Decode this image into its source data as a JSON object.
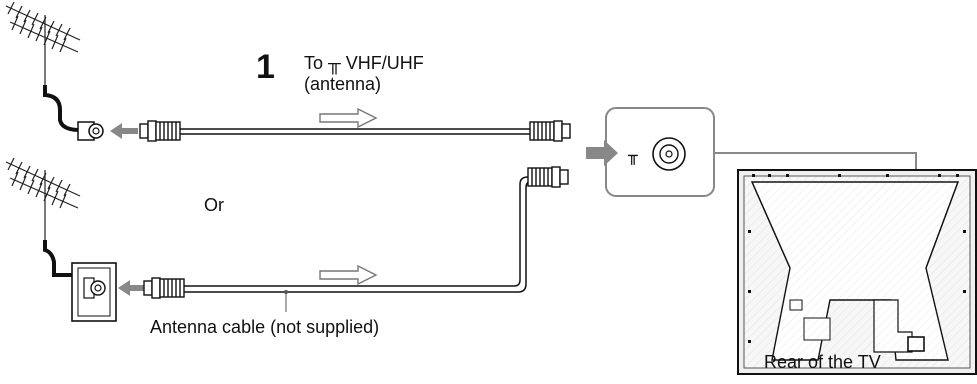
{
  "labels": {
    "step_number": "1",
    "to_line1": "To ╥ VHF/UHF",
    "to_line2": "(antenna)",
    "or_text": "Or",
    "cable_text": "Antenna cable (not supplied)",
    "rear_text": "Rear of the TV",
    "input_symbol": "╥"
  },
  "icons": [
    "antenna-icon",
    "coaxial-connector-icon",
    "wall-outlet-icon",
    "rf-input-icon",
    "arrow-icon",
    "tv-rear-icon"
  ],
  "colors": {
    "line": "#1a1a1a",
    "cable_gray": "#7a7a7a",
    "panel_gray": "#c8c8c8",
    "tv_fill": "#eeeeee"
  }
}
